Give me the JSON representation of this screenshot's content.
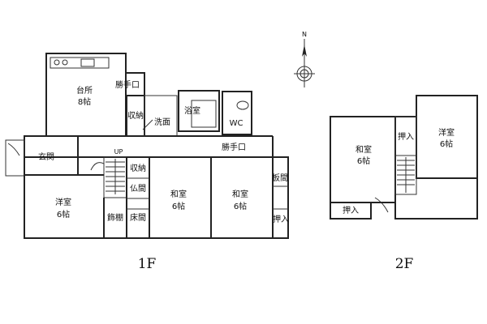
{
  "compass": {
    "north": "N"
  },
  "floor1": {
    "label": "1F",
    "rooms": {
      "kitchen_name": "台所",
      "kitchen_size": "8帖",
      "service_entrance_1": "勝手口",
      "storage": "収納",
      "washroom": "洗面",
      "bathroom": "浴室",
      "wc": "WC",
      "service_entrance_2": "勝手口",
      "entrance": "玄関",
      "up": "UP",
      "western_name": "洋室",
      "western_size": "6帖",
      "storage2": "収納",
      "altar": "仏間",
      "shelf": "飾棚",
      "alcove": "床間",
      "japanese1_name": "和室",
      "japanese1_size": "6帖",
      "japanese2_name": "和室",
      "japanese2_size": "6帖",
      "plank_closet": "板間",
      "closet": "押入"
    }
  },
  "floor2": {
    "label": "2F",
    "rooms": {
      "japanese_name": "和室",
      "japanese_size": "6帖",
      "closet1": "押入",
      "western_name": "洋室",
      "western_size": "6帖",
      "closet2": "押入"
    }
  }
}
